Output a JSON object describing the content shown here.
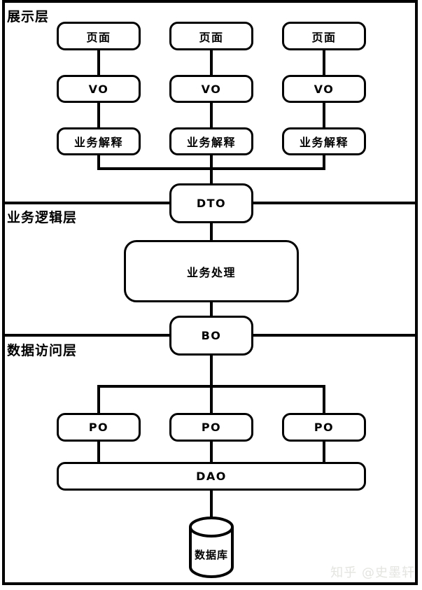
{
  "diagram": {
    "layers": {
      "presentation": "展示层",
      "business_logic": "业务逻辑层",
      "data_access": "数据访问层"
    },
    "nodes": {
      "page": "页面",
      "vo": "VO",
      "interpret": "业务解释",
      "dto": "DTO",
      "process": "业务处理",
      "bo": "BO",
      "po": "PO",
      "dao": "DAO",
      "database": "数据库"
    },
    "colors": {
      "line": "#000000",
      "node_fill": "#ffffff",
      "background": "#ffffff",
      "watermark_text": "#e4e4e0"
    }
  },
  "watermark": "知乎 @史墨轩"
}
